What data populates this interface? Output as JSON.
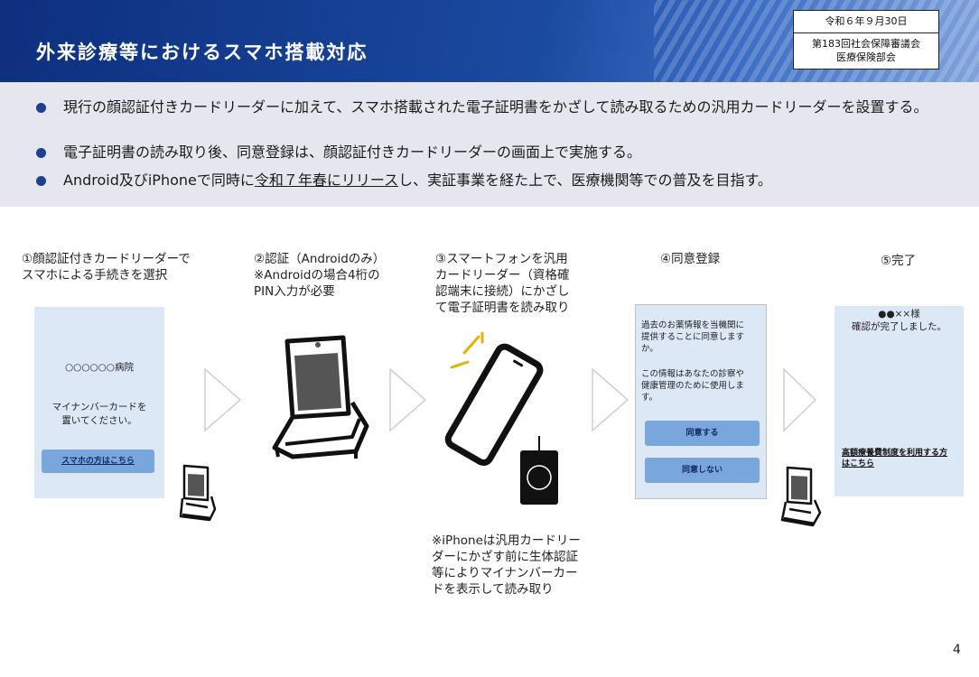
{
  "header": {
    "title": "外来診療等におけるスマホ搭載対応",
    "date": "令和６年９月30日",
    "meeting_line1": "第183回社会保障審議会",
    "meeting_line2": "医療保険部会"
  },
  "bullets": {
    "b1": "現行の顔認証付きカードリーダーに加えて、スマホ搭載された電子証明書をかざして読み取るための汎用カードリーダーを設置する。",
    "b2": "電子証明書の読み取り後、同意登録は、顔認証付きカードリーダーの画面上で実施する。",
    "b3_pre": "Android及びiPhoneで同時に",
    "b3_ul": "令和７年春にリリース",
    "b3_post": "し、実証事業を経た上で、医療機関等での普及を目指す。"
  },
  "steps": {
    "s1": "①顔認証付きカードリーダーで\n スマホによる手続きを選択",
    "s2": "②認証（Androidのみ）\n※Androidの場合4桁の\n  PIN入力が必要",
    "s3": "③スマートフォンを汎用\n  カードリーダー（資格確\n  認端末に接続）にかざし\n  て電子証明書を読み取り",
    "s4": "④同意登録",
    "s5": "⑤完了"
  },
  "screen1": {
    "hospital": "○○○○○○病院",
    "instruction": "マイナンバーカードを\n置いてください。",
    "button": "スマホの方はこちら"
  },
  "screen4": {
    "text1": "過去のお薬情報を当機関に\n提供することに同意します\nか。",
    "text2": "この情報はあなたの診察や\n健康管理のために使用しま\nす。",
    "agree": "同意する",
    "disagree": "同意しない"
  },
  "screen5": {
    "name": "●●××様",
    "done": "確認が完了しました。",
    "link": "高額療養費制度を利用する方\nはこちら"
  },
  "iphone_note": "※iPhoneは汎用カードリー\n  ダーにかざす前に生体認証\n  等によりマイナンバーカー\n  ドを表示して読み取り",
  "page_number": "4",
  "colors": {
    "header_dark": "#0e2f7e",
    "bullet_dot": "#1f3f93",
    "screen_bg": "#dce8f5",
    "button_bg": "#7aa7db"
  }
}
